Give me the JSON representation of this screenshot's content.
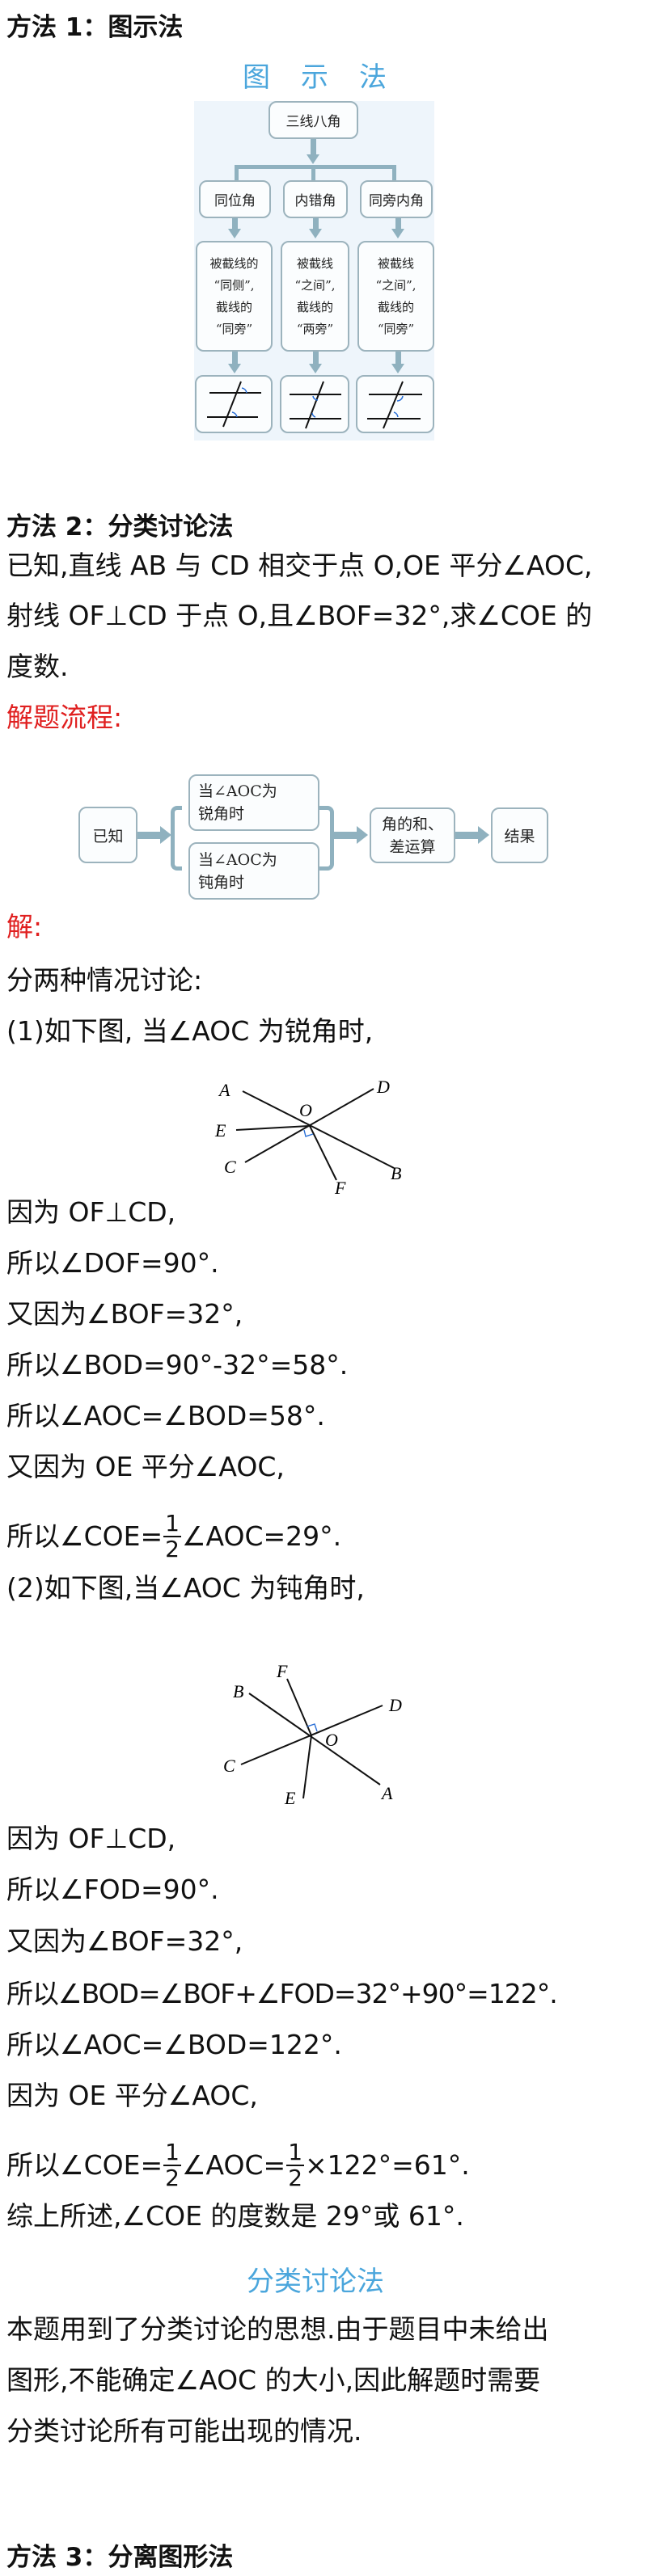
{
  "method1": {
    "heading": "方法 1：图示法",
    "diagram": {
      "title": "图　示　法",
      "root": "三线八角",
      "categories": [
        {
          "name": "同位角",
          "description": [
            "被截线的",
            "“同侧”,",
            "截线的",
            "“同旁”"
          ]
        },
        {
          "name": "内错角",
          "description": [
            "被截线",
            "“之间”,",
            "截线的",
            "“两旁”"
          ]
        },
        {
          "name": "同旁内角",
          "description": [
            "被截线",
            "“之间”,",
            "截线的",
            "“同旁”"
          ]
        }
      ]
    }
  },
  "method2": {
    "heading": "方法 2：分类讨论法",
    "problem": [
      "已知,直线 AB 与 CD 相交于点 O,OE 平分∠AOC,",
      "射线 OF⊥CD 于点 O,且∠BOF=32°,求∠COE 的",
      "度数."
    ],
    "flow_label": "解题流程:",
    "flowchart": {
      "start": "已知",
      "case1": [
        "当∠AOC为",
        "锐角时"
      ],
      "case2": [
        "当∠AOC为",
        "钝角时"
      ],
      "operation": [
        "角的和、",
        "差运算"
      ],
      "result": "结果"
    },
    "solution_label": "解:",
    "intro": "分两种情况讨论:",
    "case1": {
      "heading": "(1)如下图, 当∠AOC 为锐角时,",
      "figure_labels": {
        "A": "A",
        "B": "B",
        "C": "C",
        "D": "D",
        "E": "E",
        "F": "F",
        "O": "O"
      },
      "steps": [
        "因为 OF⊥CD,",
        "所以∠DOF=90°.",
        "又因为∠BOF=32°,",
        "所以∠BOD=90°-32°=58°.",
        "所以∠AOC=∠BOD=58°.",
        "又因为 OE 平分∠AOC,"
      ],
      "final": {
        "prefix": "所以∠COE=",
        "num": "1",
        "den": "2",
        "suffix": "∠AOC=29°."
      }
    },
    "case2": {
      "heading": "(2)如下图,当∠AOC 为钝角时,",
      "figure_labels": {
        "A": "A",
        "B": "B",
        "C": "C",
        "D": "D",
        "E": "E",
        "F": "F",
        "O": "O"
      },
      "steps": [
        "因为 OF⊥CD,",
        "所以∠FOD=90°.",
        "又因为∠BOF=32°,",
        "所以∠BOD=∠BOF+∠FOD=32°+90°=122°.",
        "所以∠AOC=∠BOD=122°.",
        "因为 OE 平分∠AOC,"
      ],
      "final": {
        "prefix": "所以∠COE=",
        "num1": "1",
        "den1": "2",
        "mid": "∠AOC=",
        "num2": "1",
        "den2": "2",
        "suffix": "×122°=61°."
      }
    },
    "conclusion": "综上所述,∠COE 的度数是 29°或 61°.",
    "summary_title": "分类讨论法",
    "summary": [
      "本题用到了分类讨论的思想.由于题目中未给出",
      "图形,不能确定∠AOC 的大小,因此解题时需要",
      "分类讨论所有可能出现的情况."
    ]
  },
  "method3": {
    "heading": "方法 3：分离图形法"
  },
  "colors": {
    "accent_blue": "#4ba6dc",
    "label_red": "#e02020",
    "diagram_bg": "#eef5fb",
    "box_border": "#9cb3bd",
    "arrow": "#8fb1bf"
  }
}
